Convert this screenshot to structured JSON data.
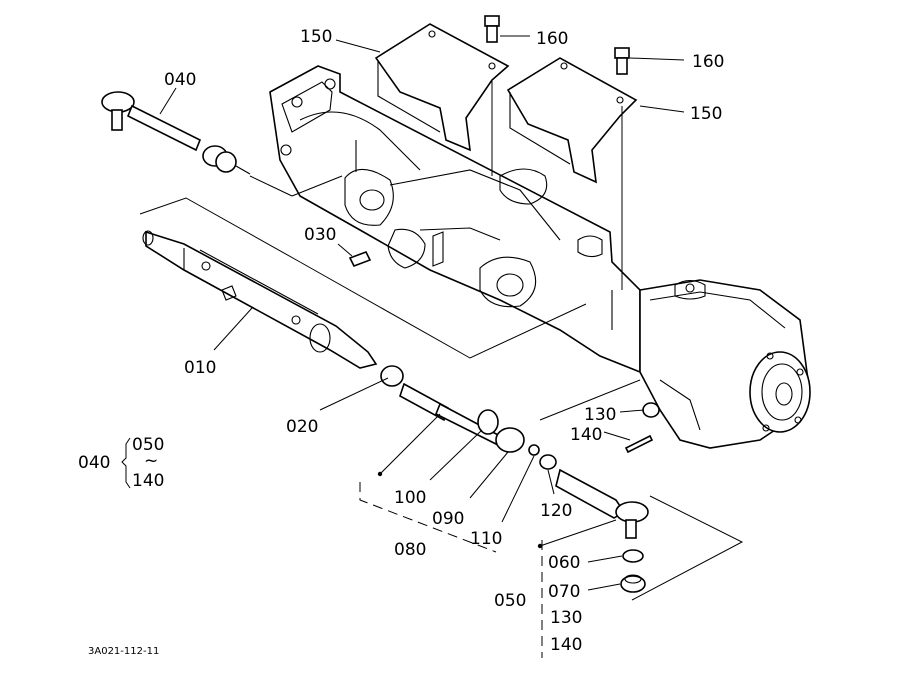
{
  "diagram": {
    "labels": {
      "p010": "010",
      "p020": "020",
      "p030": "030",
      "p040": "040",
      "p050": "050",
      "p060": "060",
      "p070": "070",
      "p080": "080",
      "p090": "090",
      "p100": "100",
      "p110": "110",
      "p120": "120",
      "p130_left": "130",
      "p130_stack": "130",
      "p140_left": "140",
      "p140_stack": "140",
      "p150_top": "150",
      "p150_right": "150",
      "p160_top": "160",
      "p160_right": "160"
    },
    "legend": {
      "parent": "040",
      "from": "050",
      "tilde": "~",
      "to": "140"
    },
    "drawing_code": "3A021-112-11"
  }
}
